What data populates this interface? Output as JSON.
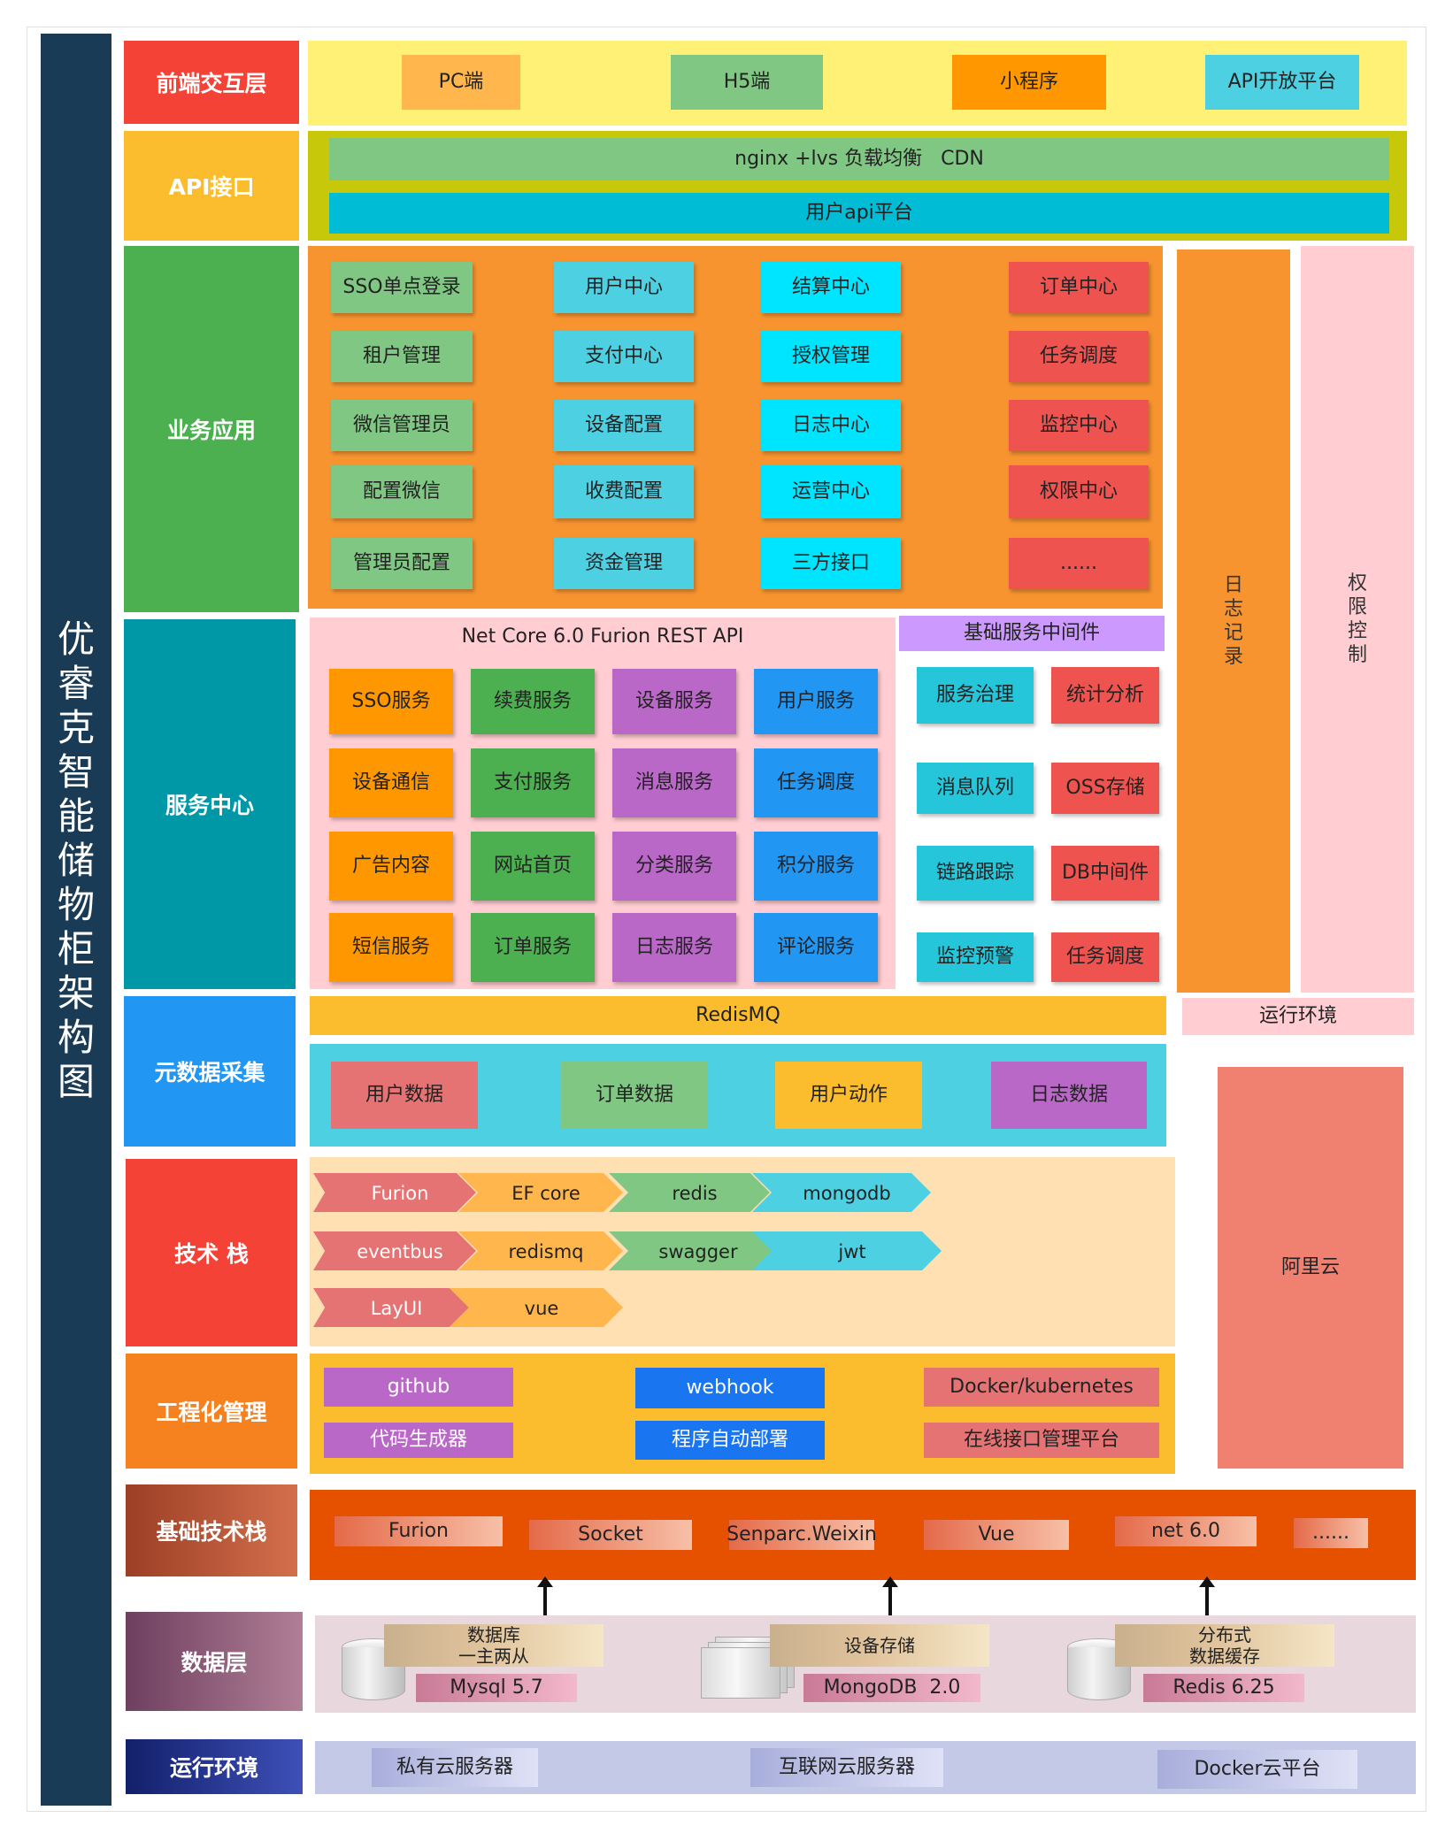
{
  "title": "优睿克智能储物柜架构图",
  "layers": {
    "frontend": "前端交互层",
    "api": "API接口",
    "business": "业务应用",
    "service": "服务中心",
    "metadata": "元数据采集",
    "techstack": "技术 栈",
    "engineering": "工程化管理",
    "basetech": "基础技术栈",
    "data": "数据层",
    "runtime": "运行环境"
  },
  "frontend_items": [
    "PC端",
    "H5端",
    "小程序",
    "API开放平台"
  ],
  "api_items": [
    "nginx +lvs 负载均衡   CDN",
    "用户api平台"
  ],
  "business_items": [
    [
      "SSO单点登录",
      "用户中心",
      "结算中心",
      "订单中心"
    ],
    [
      "租户管理",
      "支付中心",
      "授权管理",
      "任务调度"
    ],
    [
      "微信管理员",
      "设备配置",
      "日志中心",
      "监控中心"
    ],
    [
      "配置微信",
      "收费配置",
      "运营中心",
      "权限中心"
    ],
    [
      "管理员配置",
      "资金管理",
      "三方接口",
      "......"
    ]
  ],
  "side": {
    "log": "日志记录",
    "permission": "权限控制",
    "runtime": "运行环境",
    "cloud": "阿里云"
  },
  "service": {
    "api_title": "Net Core 6.0 Furion REST API",
    "middleware_title": "基础服务中间件",
    "items": [
      [
        "SSO服务",
        "续费服务",
        "设备服务",
        "用户服务"
      ],
      [
        "设备通信",
        "支付服务",
        "消息服务",
        "任务调度"
      ],
      [
        "广告内容",
        "网站首页",
        "分类服务",
        "积分服务"
      ],
      [
        "短信服务",
        "订单服务",
        "日志服务",
        "评论服务"
      ]
    ],
    "middleware": [
      [
        "服务治理",
        "统计分析"
      ],
      [
        "消息队列",
        "OSS存储"
      ],
      [
        "链路跟踪",
        "DB中间件"
      ],
      [
        "监控预警",
        "任务调度"
      ]
    ]
  },
  "redis_mq": "RedisMQ",
  "metadata_items": [
    "用户数据",
    "订单数据",
    "用户动作",
    "日志数据"
  ],
  "techstack_rows": [
    [
      "Furion",
      "EF core",
      "redis",
      "mongodb"
    ],
    [
      "eventbus",
      "redismq",
      "swagger",
      "jwt"
    ],
    [
      "LayUI",
      "vue"
    ]
  ],
  "engineering_items": [
    [
      "github",
      "webhook",
      "Docker/kubernetes"
    ],
    [
      "代码生成器",
      "程序自动部署",
      "在线接口管理平台"
    ]
  ],
  "basetech_items": [
    "Furion",
    "Socket",
    "Senparc.Weixin",
    "Vue",
    "net 6.0",
    "......"
  ],
  "data_items": [
    {
      "label": "数据库\n一主两从",
      "value": "Mysql 5.7"
    },
    {
      "label": "设备存储",
      "value": "MongoDB  2.0"
    },
    {
      "label": "分布式\n数据缓存",
      "value": "Redis 6.25"
    }
  ],
  "runtime_items": [
    "私有云服务器",
    "互联网云服务器",
    "Docker云平台"
  ],
  "colors": {
    "title_bg": "#1a3b55",
    "frontend_label": "#f44336",
    "api_label": "#fbbd2e",
    "business_label": "#4caf50",
    "service_label": "#0097a7",
    "metadata_label": "#2196f3",
    "techstack_label": "#f44336",
    "engineering_label": "#f5821f",
    "basetech_label": "#a0442a",
    "data_label": "#7b4a6a",
    "runtime_label": "#1a237e"
  }
}
